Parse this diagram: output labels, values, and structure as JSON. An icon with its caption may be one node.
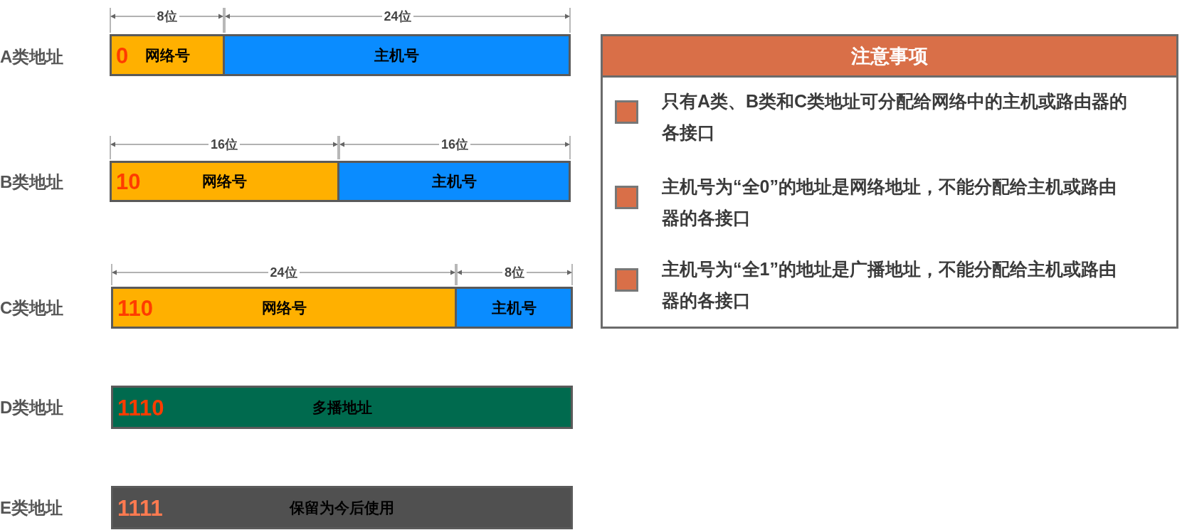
{
  "diagram": {
    "nodes": [
      {
        "text": [
          "0",
          "网络号"
        ],
        "beside": [
          "8位"
        ]
      },
      {
        "text": [
          "主机号"
        ],
        "beside": [
          "24位"
        ]
      },
      {
        "text": [
          "10",
          "网络号"
        ],
        "beside": [
          "16位"
        ]
      },
      {
        "text": [
          "主机号"
        ],
        "beside": [
          "16位"
        ]
      },
      {
        "text": [
          "110",
          "网络号"
        ],
        "beside": [
          "24位"
        ]
      },
      {
        "text": [
          "主机号"
        ],
        "beside": [
          "8位"
        ]
      },
      {
        "text": [
          "1110",
          "多播地址"
        ]
      },
      {
        "text": [
          "1111",
          "保留为今后使用"
        ]
      },
      {
        "text": [
          "注意事项",
          "只有A类、B类和C类地址可分配给网络中的主机或路由器的各接口",
          "主机号为“全0”的地址是网络地址，不能分配给主机或路由器的各接口",
          "主机号为“全1”的地址是广播地址，不能分配给主机或路由器的各接口"
        ]
      }
    ],
    "labels": [
      "A类地址",
      "B类地址",
      "C类地址",
      "D类地址",
      "E类地址"
    ]
  }
}
